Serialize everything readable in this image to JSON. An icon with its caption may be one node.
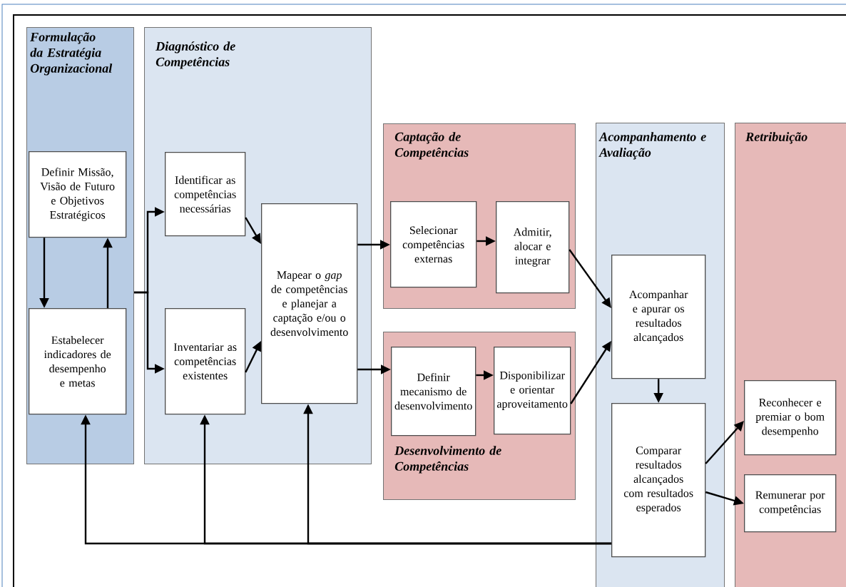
{
  "diagram": {
    "nodes": [
      {
        "text": [
          "Formulação da Estratégia Organizacional"
        ]
      },
      {
        "text": [
          "Definir Missão, Visão de Futuro e Objetivos Estratégicos"
        ],
        "in": 0
      },
      {
        "text": [
          "Estabelecer indicadores de desempenho e metas"
        ],
        "in": 0
      },
      {
        "text": [
          "Diagnóstico de Competências"
        ]
      },
      {
        "text": [
          "Identificar as competências necessárias"
        ],
        "in": 3
      },
      {
        "text": [
          "Inventariar as competências existentes"
        ],
        "in": 3
      },
      {
        "text": [
          "Mapear o *gap* de competências e planejar a captação e/ou o desenvolvimento"
        ],
        "in": 3
      },
      {
        "text": [
          "Captação de Competências"
        ]
      },
      {
        "text": [
          "Selecionar competências externas"
        ],
        "in": 7
      },
      {
        "text": [
          "Admitir, alocar e integrar"
        ],
        "in": 7
      },
      {
        "text": [
          "Desenvolvimento de Competências"
        ]
      },
      {
        "text": [
          "Definir mecanismo de desenvolvimento"
        ],
        "in": 10
      },
      {
        "text": [
          "Disponibilizar e orientar aproveitamento"
        ],
        "in": 10
      },
      {
        "text": [
          "Acompanhamento e Avaliação"
        ]
      },
      {
        "text": [
          "Acompanhar e apurar os resultados alcançados"
        ],
        "in": 13
      },
      {
        "text": [
          "Comparar resultados alcançados com resultados esperados"
        ],
        "in": 13
      },
      {
        "text": [
          "Retribuição"
        ]
      },
      {
        "text": [
          "Reconhecer e premiar o bom desempenho"
        ],
        "in": 16
      },
      {
        "text": [
          "Remunerar por competências"
        ],
        "in": 16
      }
    ],
    "edges": [
      {
        "from": 1,
        "to": 2,
        "arrow": "to"
      },
      {
        "from": 2,
        "to": 1,
        "arrow": "to"
      },
      {
        "from": 0,
        "to": 4,
        "arrow": "to"
      },
      {
        "from": 0,
        "to": 5,
        "arrow": "to"
      },
      {
        "from": 4,
        "to": 6,
        "arrow": "to"
      },
      {
        "from": 5,
        "to": 6,
        "arrow": "to"
      },
      {
        "from": 6,
        "to": 8,
        "arrow": "to"
      },
      {
        "from": 6,
        "to": 11,
        "arrow": "to"
      },
      {
        "from": 8,
        "to": 9,
        "arrow": "to"
      },
      {
        "from": 11,
        "to": 12,
        "arrow": "to"
      },
      {
        "from": 9,
        "to": 14,
        "arrow": "to"
      },
      {
        "from": 12,
        "to": 14,
        "arrow": "to"
      },
      {
        "from": 14,
        "to": 15,
        "arrow": "to"
      },
      {
        "from": 15,
        "to": 17,
        "arrow": "to"
      },
      {
        "from": 15,
        "to": 18,
        "arrow": "to"
      },
      {
        "from": 15,
        "to": 2,
        "arrow": "to"
      },
      {
        "from": 15,
        "to": 5,
        "arrow": "to"
      },
      {
        "from": 15,
        "to": 6,
        "arrow": "to"
      }
    ]
  }
}
